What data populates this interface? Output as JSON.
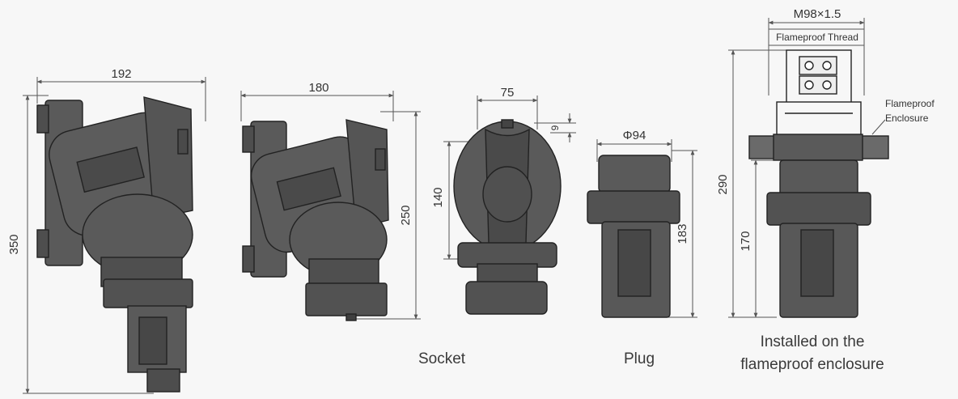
{
  "colors": {
    "background": "#f7f7f7",
    "body_fill": "#565656",
    "body_dark": "#444444",
    "line": "#222222",
    "dimension": "#555555"
  },
  "views": {
    "socket_angled_a": {
      "dim_width": "192",
      "dim_height": "350"
    },
    "socket_angled_b": {
      "dim_width": "180",
      "dim_height": "250"
    },
    "socket_front": {
      "dim_width": "75",
      "dim_top": "9",
      "dim_height": "140",
      "caption": "Socket"
    },
    "plug": {
      "dim_diameter": "Φ94",
      "dim_height": "183",
      "caption": "Plug"
    },
    "installed": {
      "dim_thread": "M98×1.5",
      "thread_label": "Flameproof Thread",
      "enclosure_label_line1": "Flameproof",
      "enclosure_label_line2": "Enclosure",
      "dim_total": "290",
      "dim_lower": "170",
      "caption_line1": "Installed on the",
      "caption_line2": "flameproof enclosure"
    }
  }
}
